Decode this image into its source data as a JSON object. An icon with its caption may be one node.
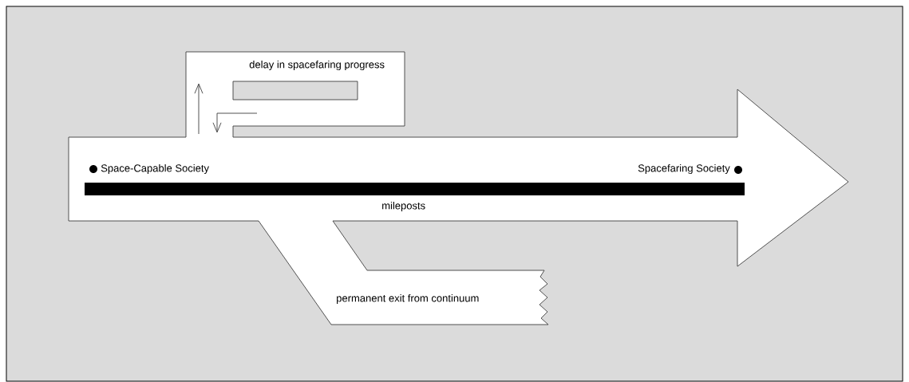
{
  "diagram": {
    "labels": [
      "delay in spacefaring progress",
      "Space-Capable Society",
      "Spacefaring Society",
      "mileposts",
      "permanent exit from continuum"
    ]
  }
}
